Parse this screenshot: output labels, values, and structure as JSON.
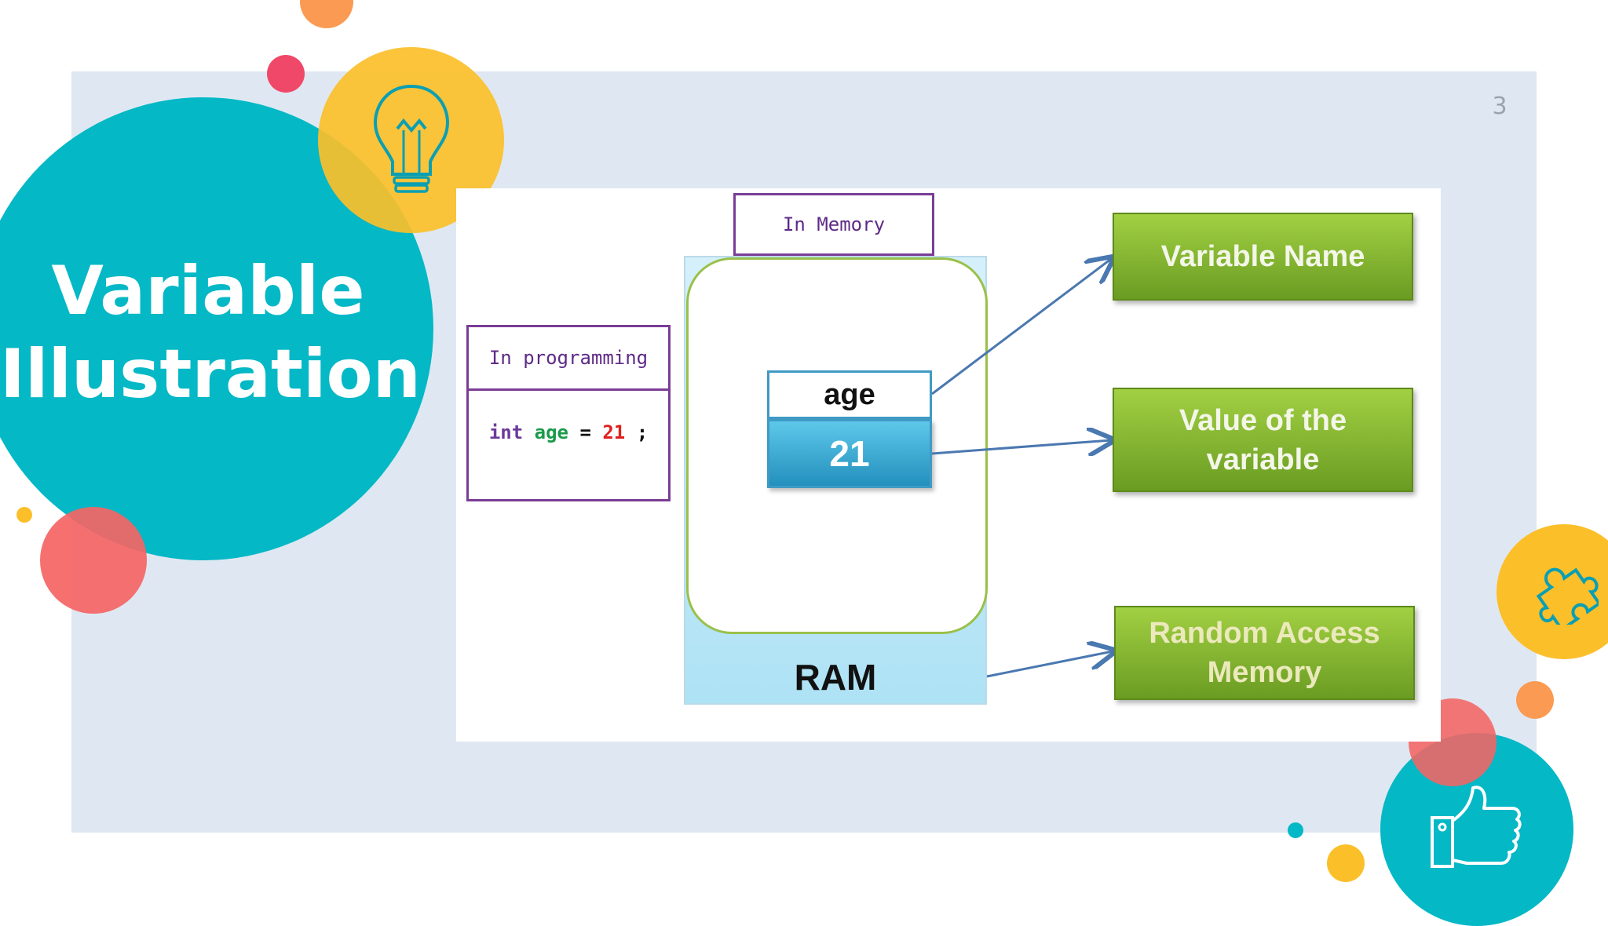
{
  "slide": {
    "page_number": "3",
    "title_line1": "Variable",
    "title_line2": "Illustration"
  },
  "diagram": {
    "memory_label": "In Memory",
    "programming_label": "In programming",
    "code": {
      "type": "int",
      "name": "age",
      "equals": "=",
      "value": "21",
      "terminator": ";"
    },
    "variable_name": "age",
    "variable_value": "21",
    "ram_label": "RAM",
    "callouts": {
      "name_label": "Variable Name",
      "value_label_line1": "Value of the",
      "value_label_line2": "variable",
      "ram_label_line1": "Random Access",
      "ram_label_line2": "Memory"
    }
  },
  "colors": {
    "teal": "#04b8c6",
    "yellow": "#fbbf2a",
    "coral": "#f56464",
    "orange": "#fb9a52",
    "pink": "#f04868",
    "green": "#8cbf34",
    "purple": "#7a3d96",
    "arrow": "#4a78b0"
  },
  "icons": [
    "lightbulb-icon",
    "puzzle-icon",
    "thumbs-up-icon"
  ]
}
